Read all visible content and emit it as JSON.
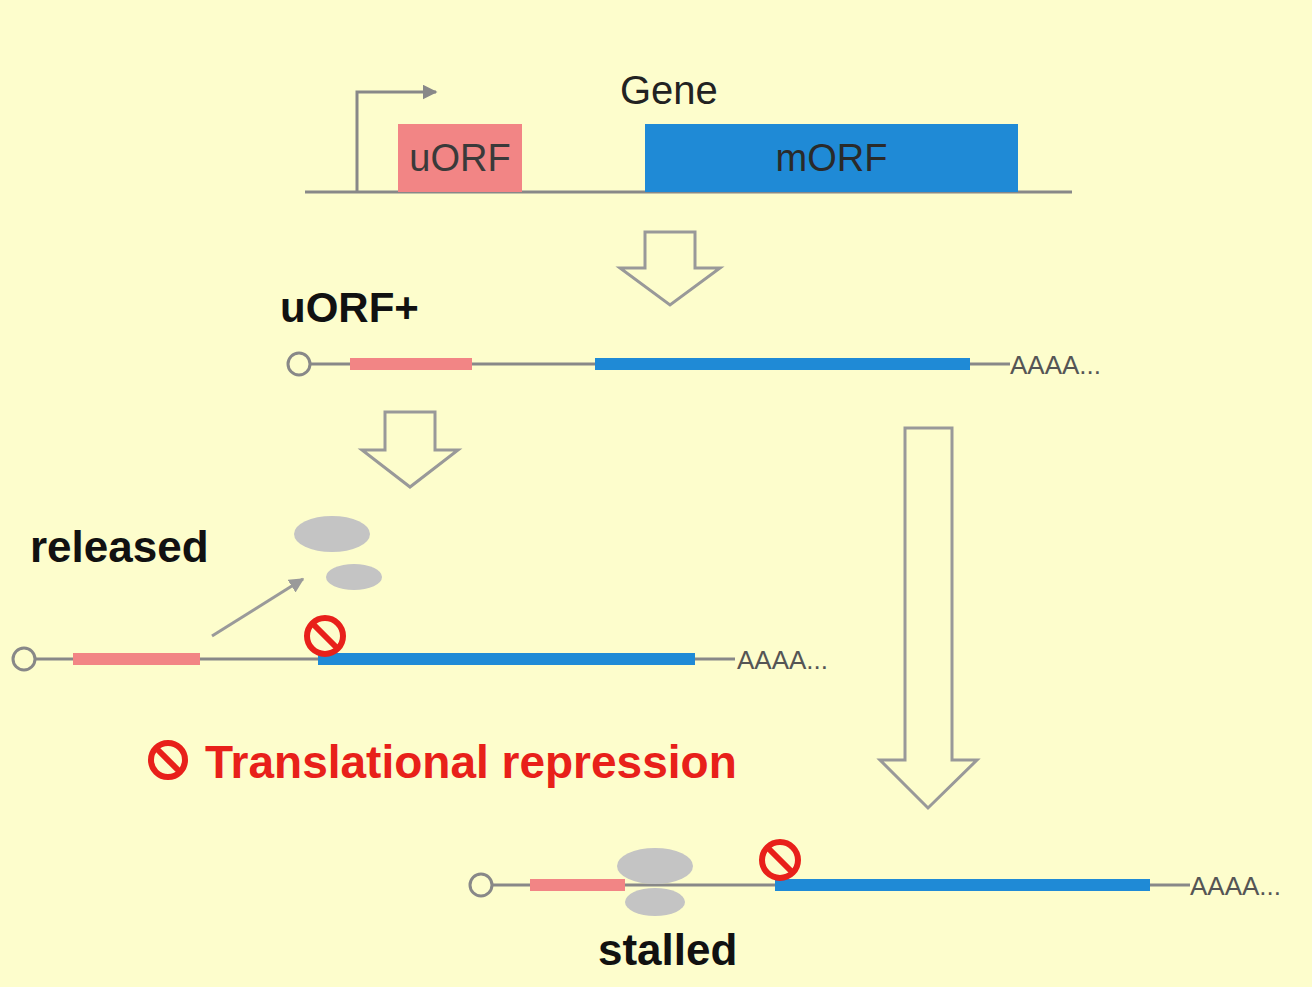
{
  "diagram": {
    "nodes": [
      {
        "text": [
          "uORF"
        ]
      },
      {
        "text": [
          "mORF"
        ]
      }
    ],
    "labels": [
      "Gene",
      "uORF+",
      "AAAA...",
      "released",
      "AAAA...",
      "Translational repression",
      "AAAA...",
      "stalled"
    ]
  }
}
